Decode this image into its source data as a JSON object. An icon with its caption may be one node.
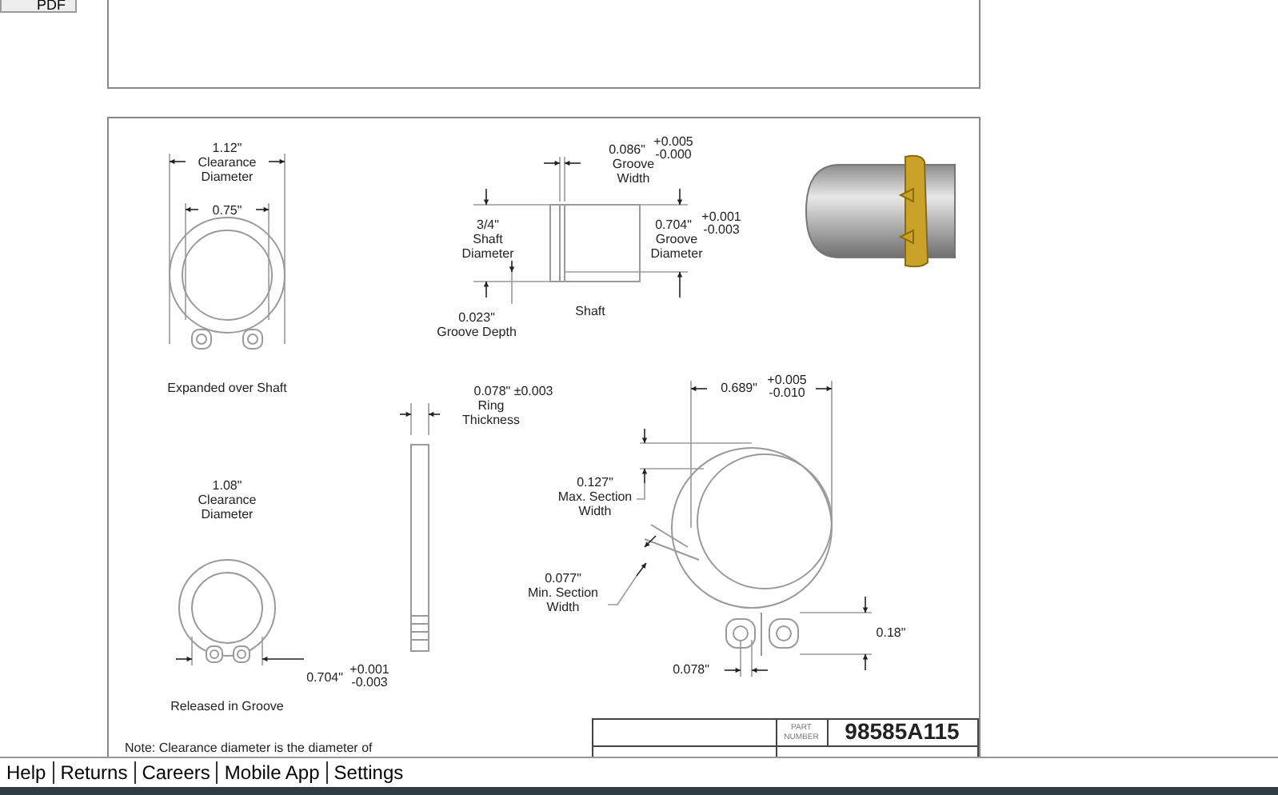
{
  "diagram": {
    "labels": [
      "PDF",
      "1.12\" Clearance Diameter",
      "0.086\"",
      "+0.005",
      "-0.000",
      "Groove Width",
      "0.75\"",
      "3/4\" Shaft Diameter",
      "0.704\"",
      "+0.001",
      "-0.003",
      "Groove Diameter",
      "0.023\" Groove Depth",
      "Shaft",
      "Expanded over Shaft",
      "0.078\" ±0.003",
      "Ring Thickness",
      "0.689\"",
      "+0.005",
      "-0.010",
      "1.08\" Clearance Diameter",
      "0.127\" Max. Section Width",
      "0.077\" Min. Section Width",
      "0.18\"",
      "0.078\"",
      "0.704\"",
      "+0.001",
      "-0.003",
      "Released in Groove",
      "PART NUMBER",
      "98585A115",
      "Note: Clearance diameter is the diameter of",
      "Help",
      "Returns",
      "Careers",
      "Mobile App",
      "Settings"
    ]
  }
}
